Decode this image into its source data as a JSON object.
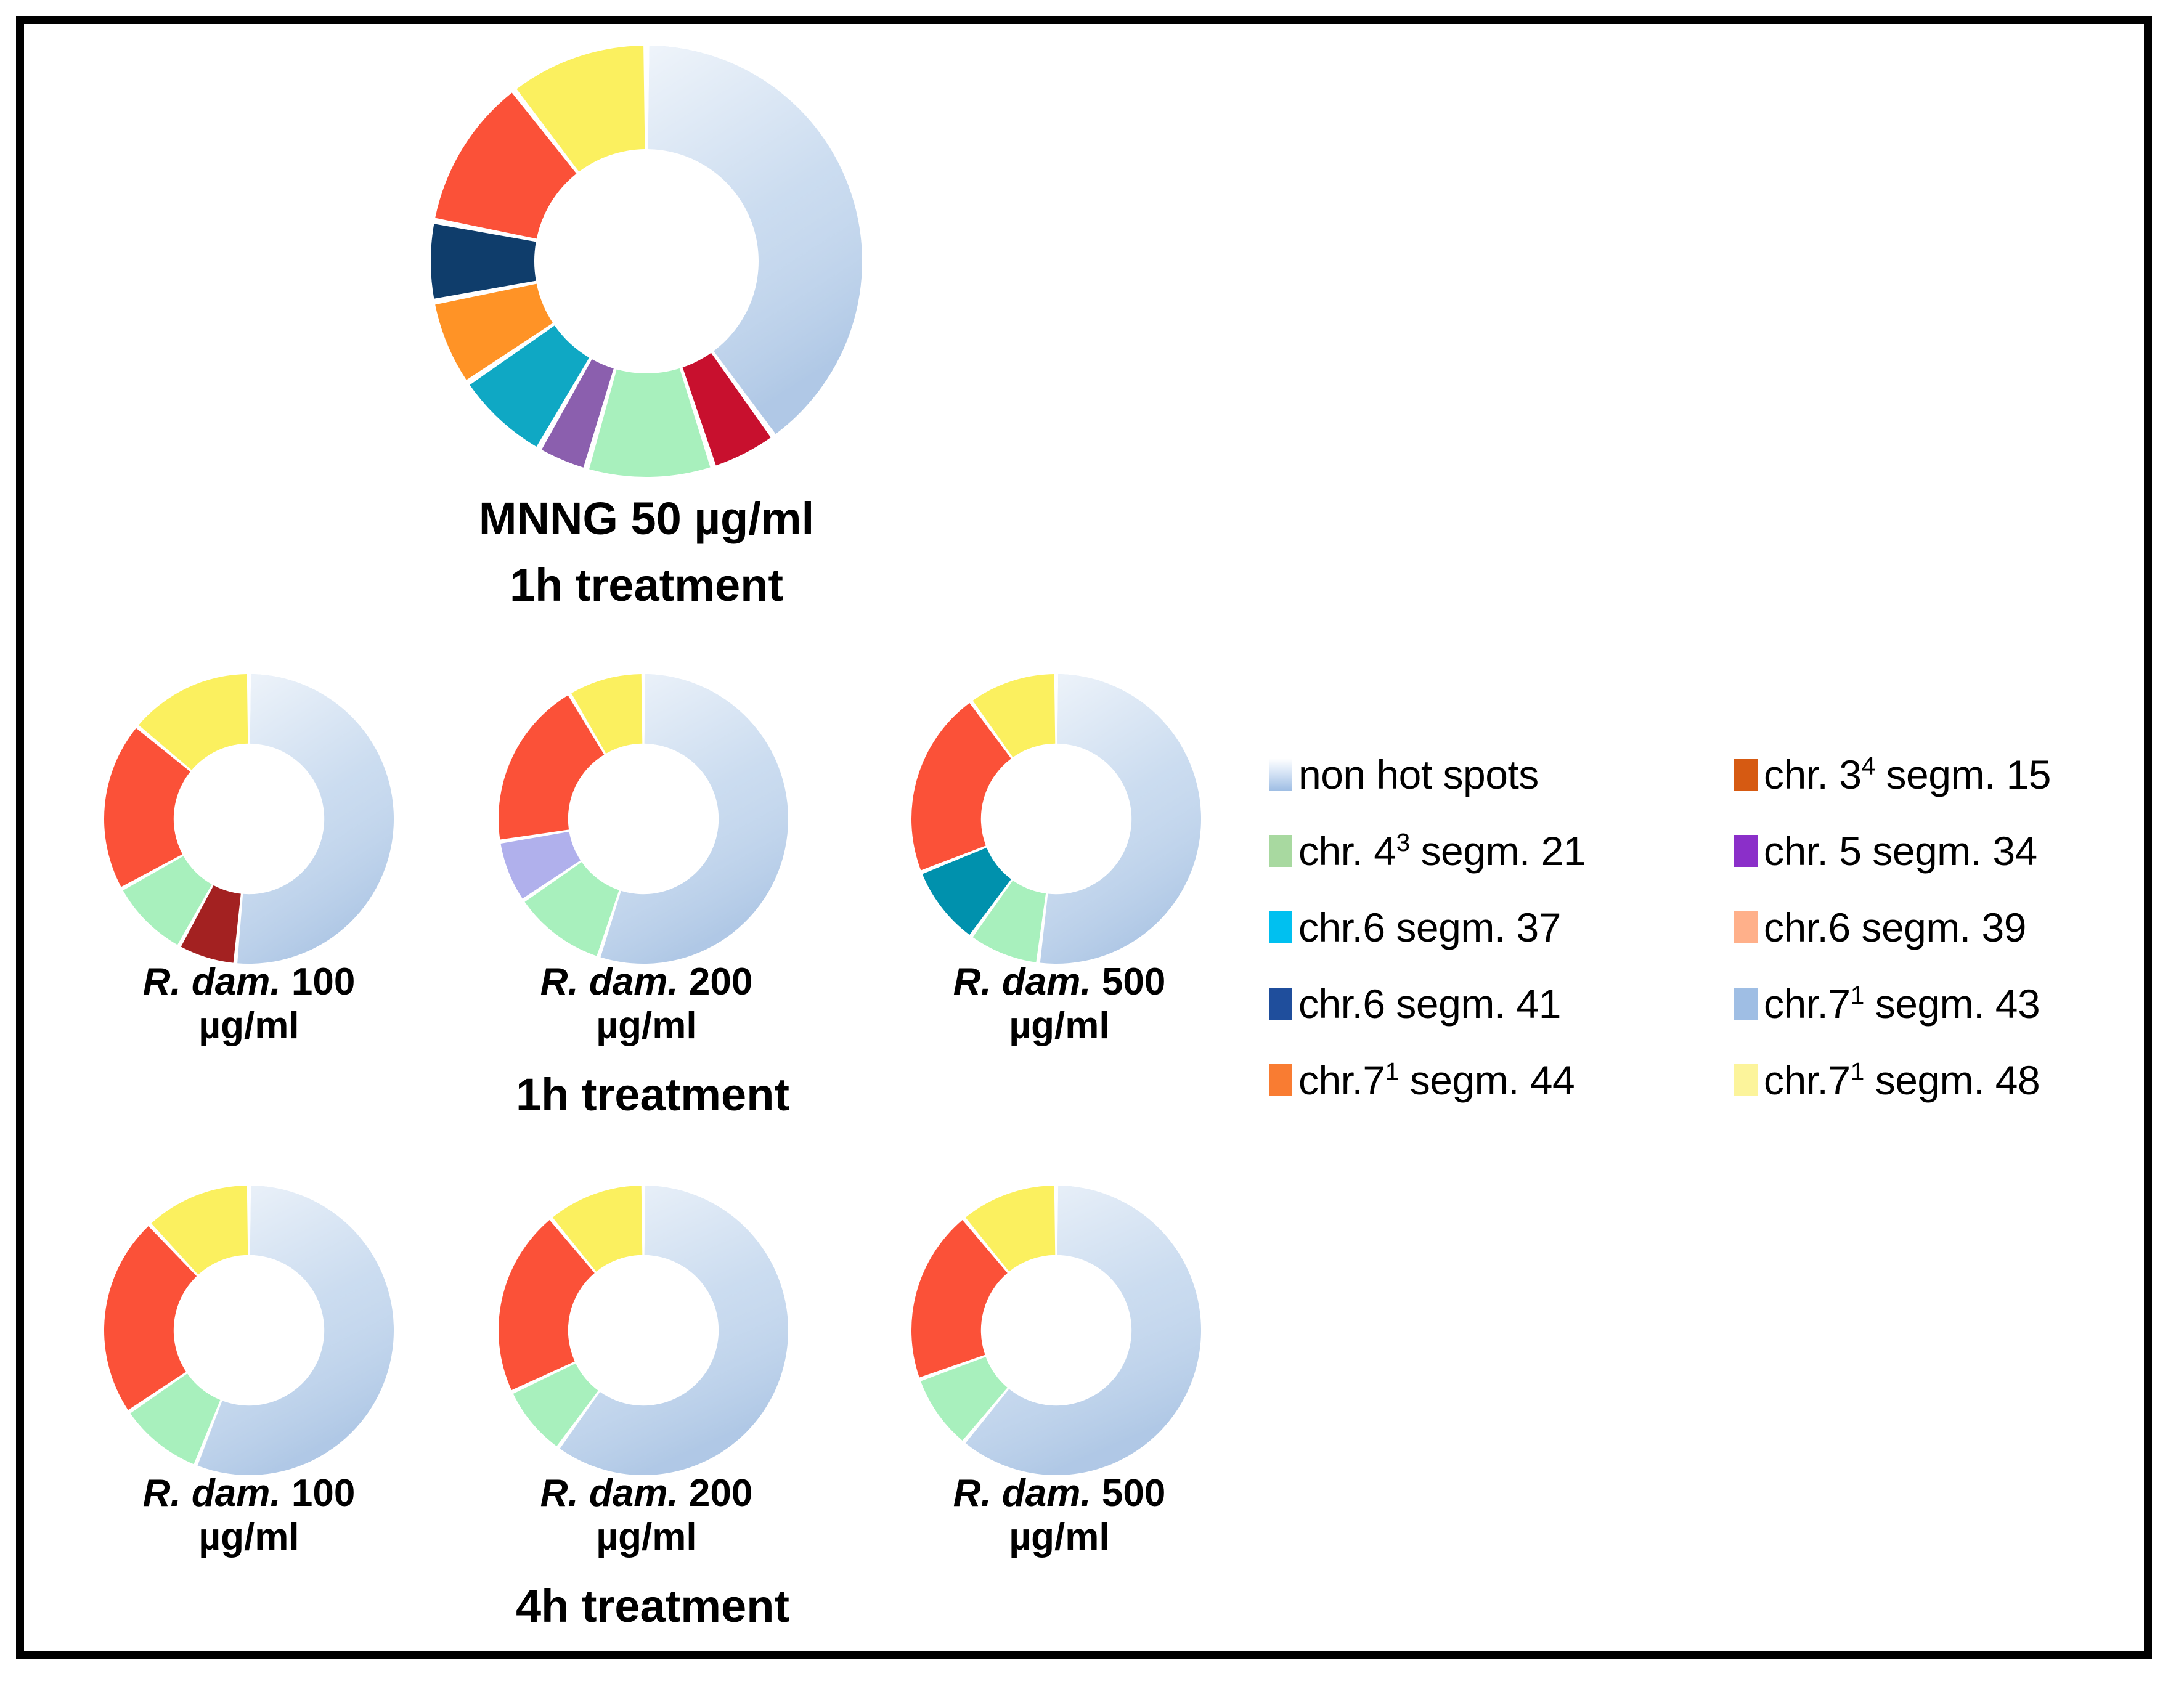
{
  "figure": {
    "border_color": "#000000",
    "background": "#ffffff"
  },
  "palette": {
    "non_hot_spots": "#c5d8ee",
    "chr3_4_segm_15": "#c8102e",
    "chr4_3_segm_21": "#a8f0bd",
    "chr5_segm_34": "#8b5fae",
    "chr6_segm_37": "#00a6c4",
    "chr6_segm_39": "#ffb08a",
    "chr6_segm_41": "#0f3d6b",
    "chr7_1_segm_43": "#9fbee4",
    "chr7_1_segm_44": "#ff9326",
    "chr7_1_segm_48": "#fbf05f",
    "red_orange": "#fb5138",
    "dark_red": "#a32121",
    "lavender": "#b0b0ec",
    "teal": "#0091ad"
  },
  "panels": {
    "top": {
      "id": "mnng-50",
      "caption_lines": [
        "MNNG 50 µg/ml",
        "1h treatment"
      ],
      "title_text": "MNNG 50 µg/ml",
      "subtitle_text": "1h treatment"
    },
    "row_1h": {
      "row_label": "1h treatment",
      "charts": [
        {
          "id": "rdam-100-1h",
          "species": "R. dam.",
          "dose": "100",
          "unit": "µg/ml"
        },
        {
          "id": "rdam-200-1h",
          "species": "R. dam.",
          "dose": "200",
          "unit": "µg/ml"
        },
        {
          "id": "rdam-500-1h",
          "species": "R. dam.",
          "dose": "500",
          "unit": "µg/ml"
        }
      ]
    },
    "row_4h": {
      "row_label": "4h treatment",
      "charts": [
        {
          "id": "rdam-100-4h",
          "species": "R. dam.",
          "dose": "100",
          "unit": "µg/ml"
        },
        {
          "id": "rdam-200-4h",
          "species": "R. dam.",
          "dose": "200",
          "unit": "µg/ml"
        },
        {
          "id": "rdam-500-4h",
          "species": "R. dam.",
          "dose": "500",
          "unit": "µg/ml"
        }
      ]
    }
  },
  "legend": {
    "rows": [
      [
        {
          "key": "non_hot_spots",
          "label": "non hot spots",
          "sup": "",
          "color": "#9fbee4",
          "gradient": true
        },
        {
          "key": "chr3_4_segm_15",
          "label_pre": "chr. 3",
          "sup": "4",
          "label_post": " segm. 15",
          "color": "#d65a12"
        }
      ],
      [
        {
          "key": "chr4_3_segm_21",
          "label_pre": "chr. 4",
          "sup": "3",
          "label_post": " segm. 21",
          "color": "#a8d9a0"
        },
        {
          "key": "chr5_segm_34",
          "label_pre": "chr. 5 segm. 34",
          "sup": "",
          "label_post": "",
          "color": "#8b2fc9"
        }
      ],
      [
        {
          "key": "chr6_segm_37",
          "label_pre": "chr.6 segm. 37",
          "sup": "",
          "label_post": "",
          "color": "#00c0f0"
        },
        {
          "key": "chr6_segm_39",
          "label_pre": "chr.6 segm. 39",
          "sup": "",
          "label_post": "",
          "color": "#ffb08a"
        }
      ],
      [
        {
          "key": "chr6_segm_41",
          "label_pre": "chr.6 segm. 41",
          "sup": "",
          "label_post": "",
          "color": "#1f4e9c"
        },
        {
          "key": "chr7_1_segm_43",
          "label_pre": "chr.7",
          "sup": "1",
          "label_post": " segm. 43",
          "color": "#9fbee4"
        }
      ],
      [
        {
          "key": "chr7_1_segm_44",
          "label_pre": "chr.7",
          "sup": "1",
          "label_post": " segm. 44",
          "color": "#f97c32"
        },
        {
          "key": "chr7_1_segm_48",
          "label_pre": "chr.7",
          "sup": "1",
          "label_post": " segm. 48",
          "color": "#fcf49b"
        }
      ]
    ]
  },
  "chart_data": [
    {
      "id": "mnng-50-1h",
      "type": "pie",
      "title": "MNNG 50 µg/ml 1h treatment",
      "hole_ratio": 0.52,
      "start_angle_deg": 0,
      "categories": [
        "non hot spots",
        "chr. 3⁴ segm. 15",
        "chr. 4³ segm. 21",
        "chr. 5 segm. 34",
        "chr.6 segm. 37",
        "chr.7¹ segm. 44",
        "chr.6 segm. 41",
        "chr.7¹ segm. 43",
        "chr.7¹ segm. 48"
      ],
      "values": [
        40.0,
        5.0,
        9.5,
        3.8,
        7.2,
        6.5,
        6.0,
        11.5,
        10.5
      ],
      "colors": [
        "#c5d8ee",
        "#c8102e",
        "#a8f0bd",
        "#8b5fae",
        "#0fa8c4",
        "#ff9326",
        "#0f3d6b",
        "#fb5138",
        "#fbf05f"
      ]
    },
    {
      "id": "rdam-100-1h",
      "type": "pie",
      "title": "R. dam. 100 µg/ml 1h treatment",
      "hole_ratio": 0.52,
      "start_angle_deg": 0,
      "categories": [
        "non hot spots",
        "chr. 3⁴ segm. 15",
        "chr. 4³ segm. 21",
        "chr.7¹ segm. 43",
        "chr.7¹ segm. 48"
      ],
      "values": [
        51.5,
        6.5,
        9.0,
        19.0,
        14.0
      ],
      "colors": [
        "#c5d8ee",
        "#a32121",
        "#a8f0bd",
        "#fb5138",
        "#fbf05f"
      ]
    },
    {
      "id": "rdam-200-1h",
      "type": "pie",
      "title": "R. dam. 200 µg/ml 1h treatment",
      "hole_ratio": 0.52,
      "start_angle_deg": 0,
      "categories": [
        "non hot spots",
        "chr. 4³ segm. 21",
        "chr. 5 segm. 34",
        "chr.7¹ segm. 43",
        "chr.7¹ segm. 48"
      ],
      "values": [
        55.0,
        10.5,
        7.0,
        19.0,
        8.5
      ],
      "colors": [
        "#c5d8ee",
        "#a8f0bd",
        "#b0b0ec",
        "#fb5138",
        "#fbf05f"
      ]
    },
    {
      "id": "rdam-500-1h",
      "type": "pie",
      "title": "R. dam. 500 µg/ml 1h treatment",
      "hole_ratio": 0.52,
      "start_angle_deg": 0,
      "categories": [
        "non hot spots",
        "chr. 4³ segm. 21",
        "chr.6 segm. 37",
        "chr.7¹ segm. 43",
        "chr.7¹ segm. 48"
      ],
      "values": [
        52.0,
        8.0,
        9.0,
        21.0,
        10.0
      ],
      "colors": [
        "#c5d8ee",
        "#a8f0bd",
        "#0091ad",
        "#fb5138",
        "#fbf05f"
      ]
    },
    {
      "id": "rdam-100-4h",
      "type": "pie",
      "title": "R. dam. 100 µg/ml 4h treatment",
      "hole_ratio": 0.52,
      "start_angle_deg": 0,
      "categories": [
        "non hot spots",
        "chr. 4³ segm. 21",
        "chr.7¹ segm. 43",
        "chr.7¹ segm. 48"
      ],
      "values": [
        56.0,
        9.5,
        22.5,
        12.0
      ],
      "colors": [
        "#c5d8ee",
        "#a8f0bd",
        "#fb5138",
        "#fbf05f"
      ]
    },
    {
      "id": "rdam-200-4h",
      "type": "pie",
      "title": "R. dam. 200 µg/ml 4h treatment",
      "hole_ratio": 0.52,
      "start_angle_deg": 0,
      "categories": [
        "non hot spots",
        "chr. 4³ segm. 21",
        "chr.7¹ segm. 43",
        "chr.7¹ segm. 48"
      ],
      "values": [
        60.0,
        8.0,
        21.0,
        11.0
      ],
      "colors": [
        "#c5d8ee",
        "#a8f0bd",
        "#fb5138",
        "#fbf05f"
      ]
    },
    {
      "id": "rdam-500-4h",
      "type": "pie",
      "title": "R. dam. 500 µg/ml 4h treatment",
      "hole_ratio": 0.52,
      "start_angle_deg": 0,
      "categories": [
        "non hot spots",
        "chr. 4³ segm. 21",
        "chr.7¹ segm. 43",
        "chr.7¹ segm. 48"
      ],
      "values": [
        61.0,
        8.5,
        19.5,
        11.0
      ],
      "colors": [
        "#c5d8ee",
        "#a8f0bd",
        "#fb5138",
        "#fbf05f"
      ]
    }
  ]
}
